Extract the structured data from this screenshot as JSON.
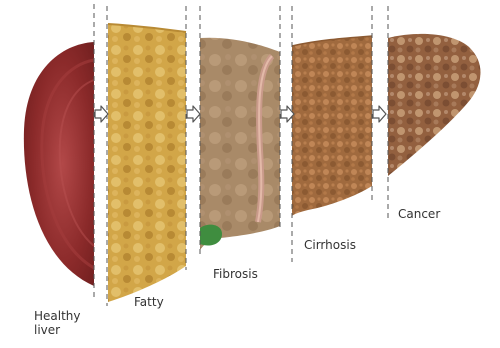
{
  "stages": [
    {
      "id": "healthy",
      "label_line1": "Healthy",
      "label_line2": "liver",
      "color": "#8b2a2a"
    },
    {
      "id": "fatty",
      "label": "Fatty",
      "color": "#d2a648"
    },
    {
      "id": "fibrosis",
      "label": "Fibrosis",
      "color": "#a98a68"
    },
    {
      "id": "cirrhosis",
      "label": "Cirrhosis",
      "color": "#a06a3e"
    },
    {
      "id": "cancer",
      "label": "Cancer",
      "color": "#93603f"
    }
  ],
  "gallbladder_color": "#3f8d3f",
  "icons": [
    "arrow-right-icon",
    "arrow-right-icon",
    "arrow-right-icon",
    "arrow-right-icon"
  ]
}
